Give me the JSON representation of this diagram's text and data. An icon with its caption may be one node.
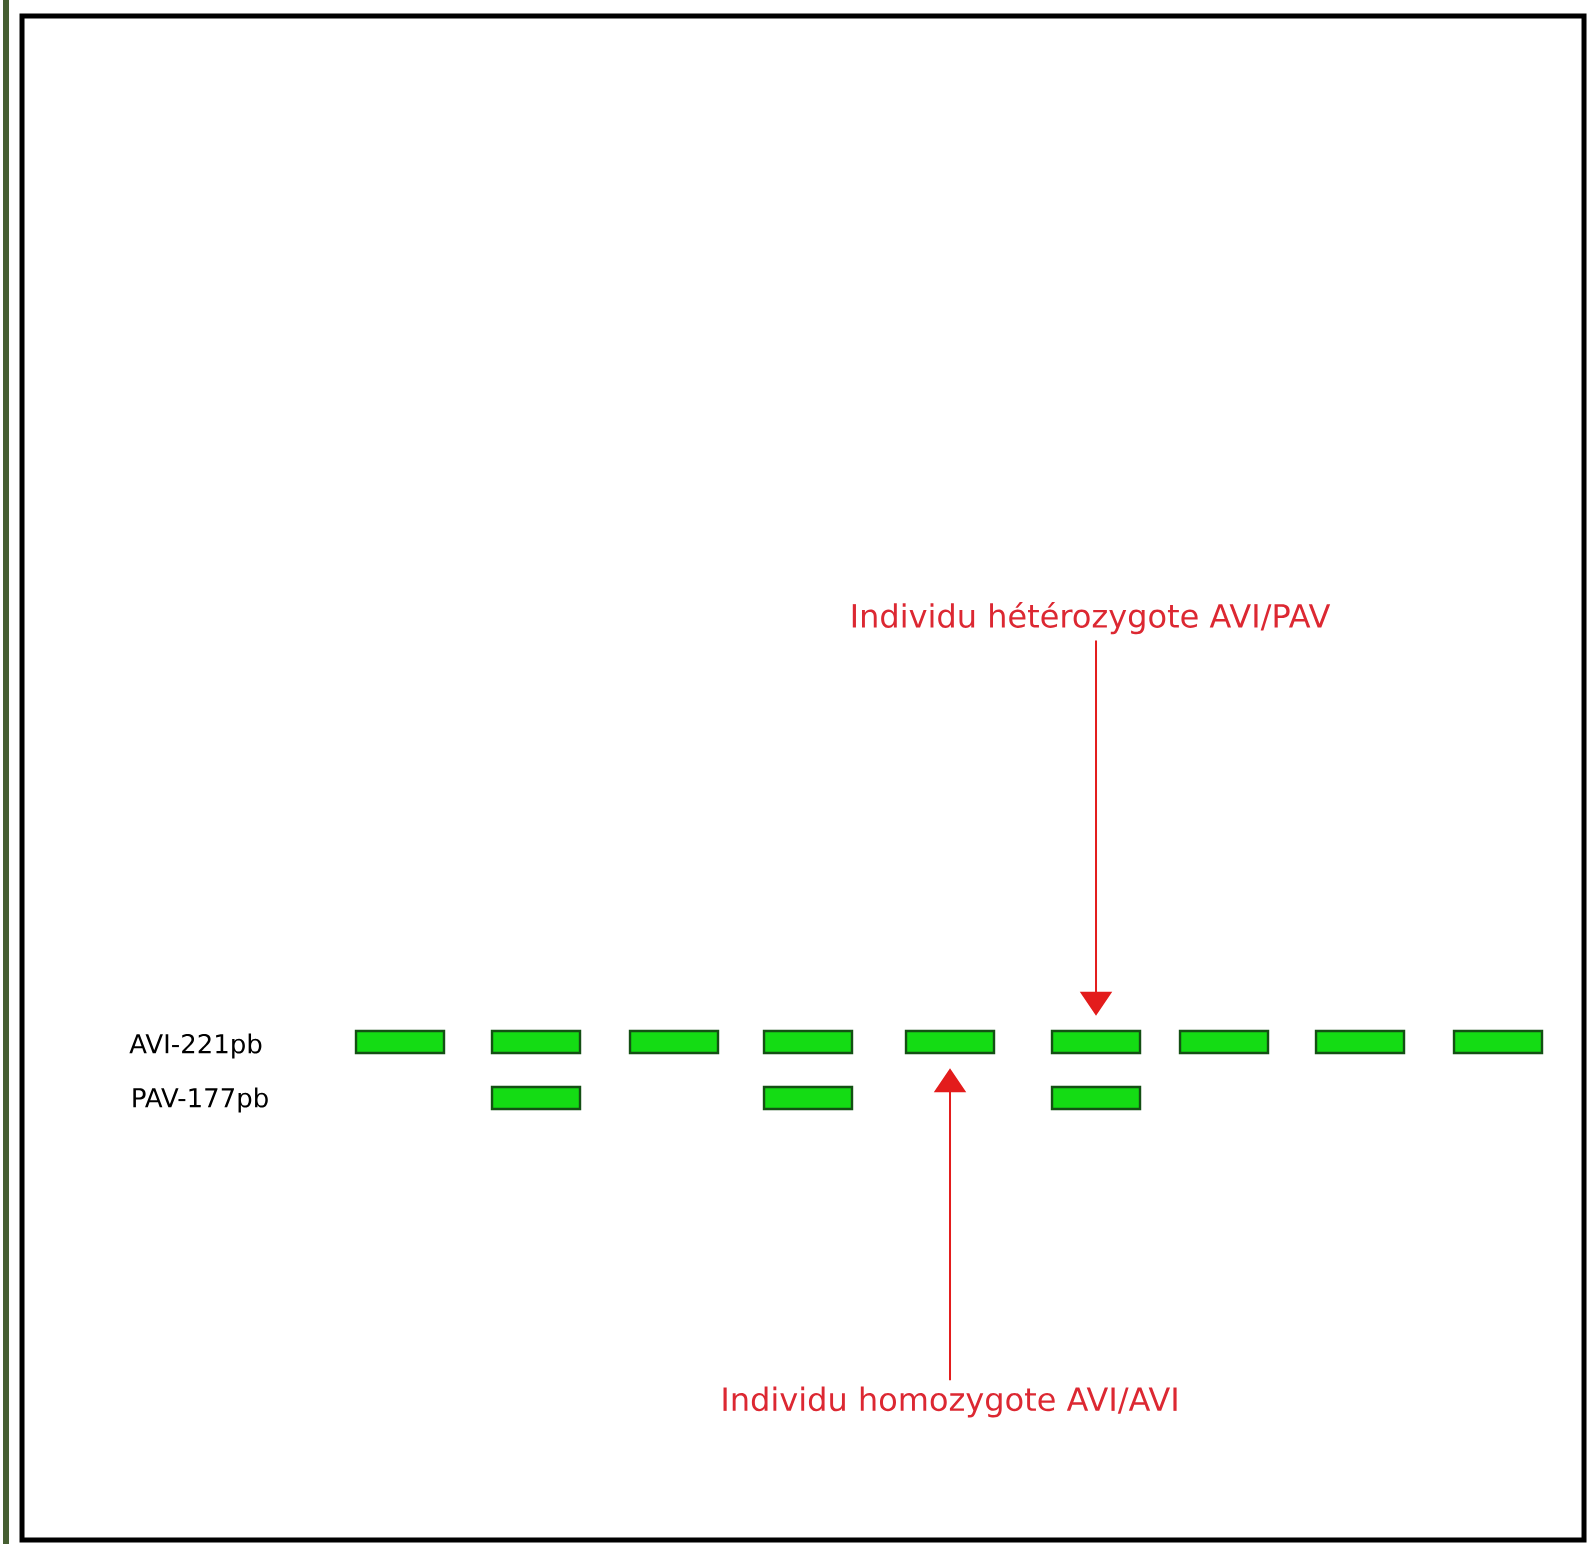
{
  "diagram": {
    "nodes": [
      {
        "text": [
          "Individu hétérozygote AVI/PAV"
        ]
      },
      {
        "text": [],
        "shape": "bar"
      },
      {
        "text": [],
        "shape": "bar"
      },
      {
        "text": [],
        "shape": "bar"
      },
      {
        "text": [],
        "shape": "bar"
      },
      {
        "text": [],
        "shape": "bar"
      },
      {
        "text": [],
        "shape": "bar"
      },
      {
        "text": [],
        "shape": "bar"
      },
      {
        "text": [],
        "shape": "bar"
      },
      {
        "text": [],
        "shape": "bar"
      },
      {
        "text": [],
        "shape": "bar"
      },
      {
        "text": [],
        "shape": "bar"
      },
      {
        "text": [],
        "shape": "bar"
      },
      {
        "text": [
          "Individu homozygote AVI/AVI"
        ]
      }
    ],
    "edges": [
      {
        "from": 0,
        "to": 6,
        "arrow": "to",
        "color": "#e31c1c"
      },
      {
        "from": 13,
        "to": 5,
        "arrow": "to",
        "color": "#e31c1c"
      }
    ],
    "labels": [
      "AVI-221pb",
      "PAV-177pb"
    ]
  }
}
